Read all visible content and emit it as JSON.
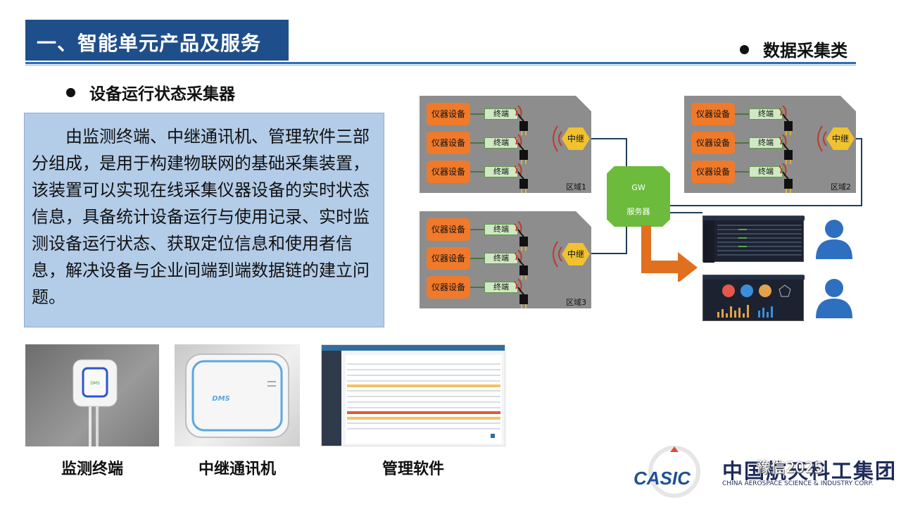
{
  "header": {
    "title": "一、智能单元产品及服务",
    "category": "数据采集类"
  },
  "section": {
    "subtitle": "设备运行状态采集器",
    "description": "由监测终端、中继通讯机、管理软件三部分组成，是用于构建物联网的基础采集装置，该装置可以实现在线采集仪器设备的实时状态信息，具备统计设备运行与使用记录、实时监测设备运行状态、获取定位信息和使用者信息，解决设备与企业间端到端数据链的建立问题。"
  },
  "products": [
    {
      "caption": "监测终端",
      "device_label": "DMS"
    },
    {
      "caption": "中继通讯机",
      "device_label": "DMS"
    },
    {
      "caption": "管理软件"
    }
  ],
  "diagram": {
    "instrument_label": "仪器设备",
    "terminal_label": "终端",
    "relay_label": "中继",
    "server_line1": "GW",
    "server_line2": "服务器",
    "zones": [
      "区域1",
      "区域2",
      "区域3"
    ]
  },
  "logo": {
    "brand": "CASIC",
    "name_cn": "中国航天科工集团",
    "name_en": "CHINA AEROSPACE SCIENCE & INDUSTRY CORP.",
    "watermark": "豫信2025"
  },
  "colors": {
    "title_bg": "#1f4f8a",
    "desc_bg": "#b3cce8",
    "instrument": "#f07a2a",
    "relay": "#f0c230",
    "server": "#6dbb3c",
    "arrow": "#e0701e",
    "user_icon": "#2e6fbf"
  }
}
